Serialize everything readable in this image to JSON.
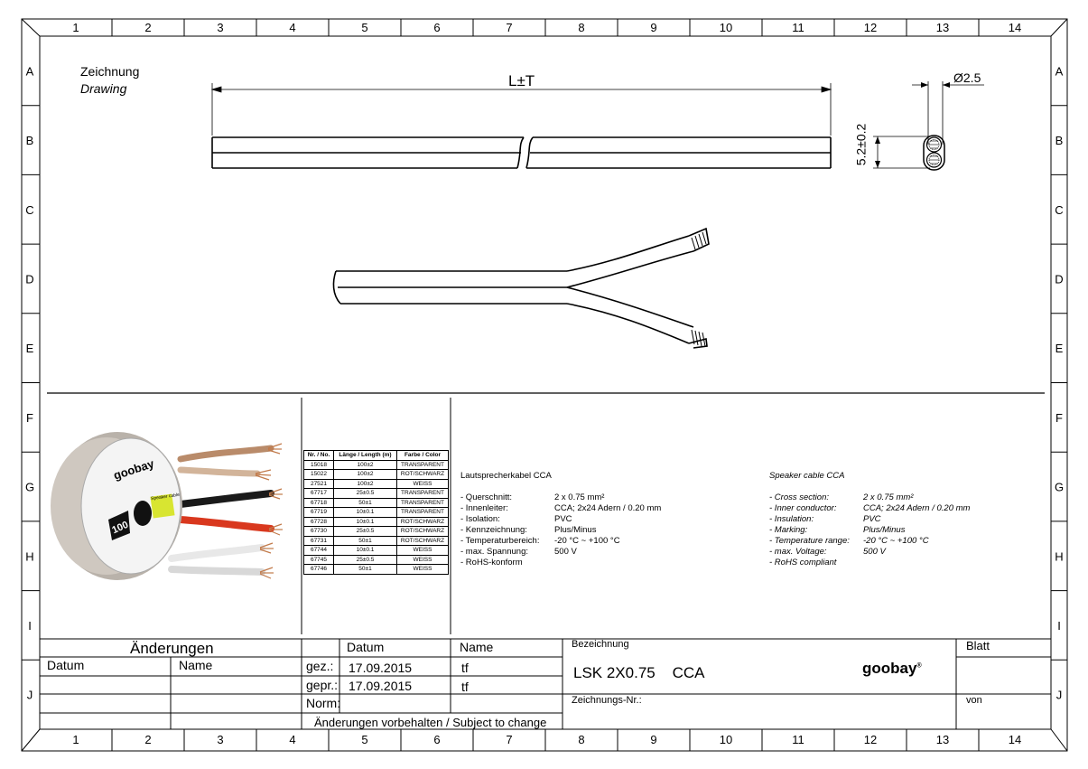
{
  "frame": {
    "columns": [
      "1",
      "2",
      "3",
      "4",
      "5",
      "6",
      "7",
      "8",
      "9",
      "10",
      "11",
      "12",
      "13",
      "14"
    ],
    "rows": [
      "A",
      "B",
      "C",
      "D",
      "E",
      "F",
      "G",
      "H",
      "I",
      "J"
    ]
  },
  "drawing": {
    "label_de": "Zeichnung",
    "label_en": "Drawing",
    "length_dim": "L±T",
    "diameter_dim": "Ø2.5",
    "height_dim": "5.2±0.2"
  },
  "photo": {
    "brand": "goobay",
    "badge": "100",
    "label_title": "Speaker cable"
  },
  "parts_table": {
    "headers": [
      "Nr. / No.",
      "Länge / Length (m)",
      "Farbe / Color"
    ],
    "rows": [
      [
        "15018",
        "100±2",
        "TRANSPARENT"
      ],
      [
        "15022",
        "100±2",
        "ROT/SCHWARZ"
      ],
      [
        "27521",
        "100±2",
        "WEISS"
      ],
      [
        "67717",
        "25±0.5",
        "TRANSPARENT"
      ],
      [
        "67718",
        "50±1",
        "TRANSPARENT"
      ],
      [
        "67719",
        "10±0.1",
        "TRANSPARENT"
      ],
      [
        "67728",
        "10±0.1",
        "ROT/SCHWARZ"
      ],
      [
        "67730",
        "25±0.5",
        "ROT/SCHWARZ"
      ],
      [
        "67731",
        "50±1",
        "ROT/SCHWARZ"
      ],
      [
        "67744",
        "10±0.1",
        "WEISS"
      ],
      [
        "67745",
        "25±0.5",
        "WEISS"
      ],
      [
        "67746",
        "50±1",
        "WEISS"
      ]
    ]
  },
  "spec_de": {
    "title": "Lautsprecherkabel CCA",
    "rows": [
      {
        "label": "- Querschnitt:",
        "value": "2 x 0.75 mm²"
      },
      {
        "label": "- Innenleiter:",
        "value": "CCA; 2x24 Adern / 0.20 mm"
      },
      {
        "label": "- Isolation:",
        "value": "PVC"
      },
      {
        "label": "- Kennzeichnung:",
        "value": "Plus/Minus"
      },
      {
        "label": "- Temperaturbereich:",
        "value": "-20 °C ~ +100 °C"
      },
      {
        "label": "- max. Spannung:",
        "value": "500 V"
      },
      {
        "label": "- RoHS-konform",
        "value": ""
      }
    ]
  },
  "spec_en": {
    "title": "Speaker cable CCA",
    "rows": [
      {
        "label": "- Cross section:",
        "value": "2 x 0.75 mm²"
      },
      {
        "label": "- Inner conductor:",
        "value": "CCA; 2x24 Adern / 0.20 mm"
      },
      {
        "label": "- Insulation:",
        "value": "PVC"
      },
      {
        "label": "- Marking:",
        "value": "Plus/Minus"
      },
      {
        "label": "- Temperature range:",
        "value": "-20 °C ~ +100 °C"
      },
      {
        "label": "- max. Voltage:",
        "value": "500 V"
      },
      {
        "label": "- RoHS compliant",
        "value": ""
      }
    ]
  },
  "title_block": {
    "changes_title": "Änderungen",
    "changes_date": "Datum",
    "changes_name": "Name",
    "date_header": "Datum",
    "name_header": "Name",
    "drawn_label": "gez.:",
    "drawn_date": "17.09.2015",
    "drawn_name": "tf",
    "checked_label": "gepr.:",
    "checked_date": "17.09.2015",
    "checked_name": "tf",
    "norm_label": "Norm:",
    "notice": "Änderungen vorbehalten / Subject to change",
    "designation_label": "Bezeichnung",
    "designation": "LSK 2X0.75    CCA",
    "drawing_no_label": "Zeichnungs-Nr.:",
    "sheet_label": "Blatt",
    "of_label": "von",
    "logo": "goobay",
    "logo_mark": "®"
  }
}
